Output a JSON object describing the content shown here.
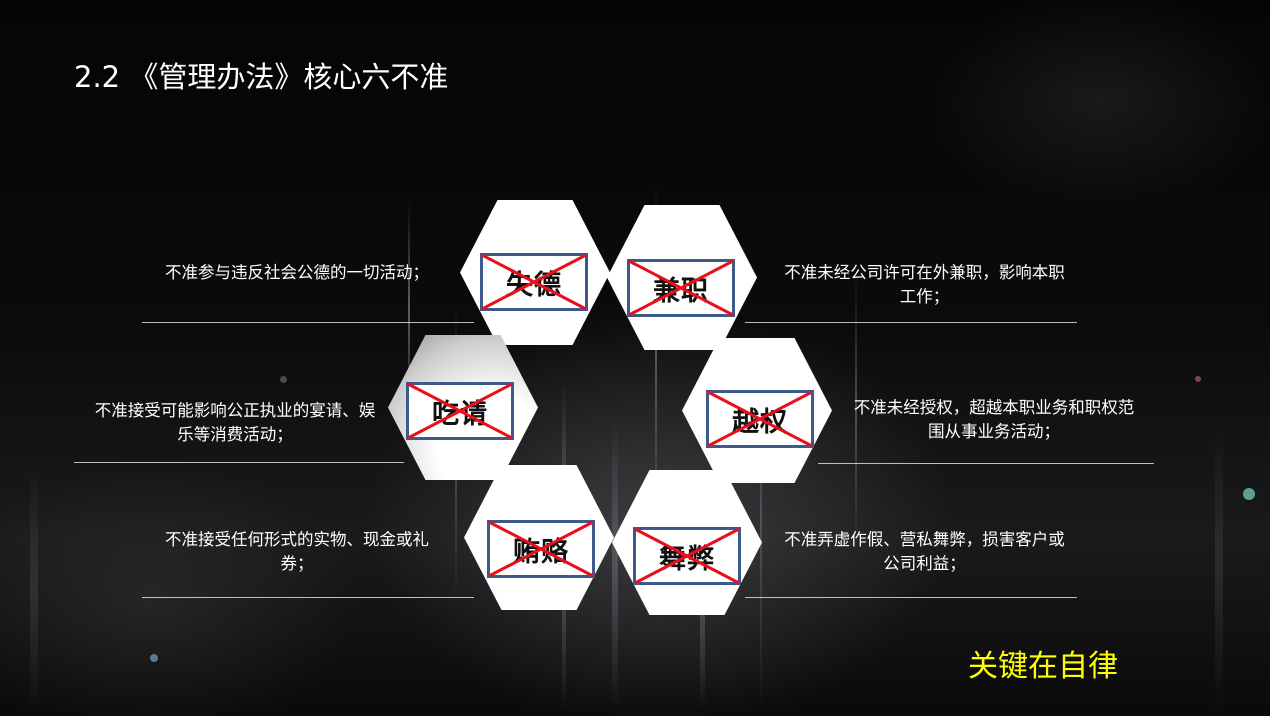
{
  "title": "2.2 《管理办法》核心六不准",
  "items": [
    {
      "label": "失德",
      "description": "不准参与违反社会公德的一切活动；"
    },
    {
      "label": "兼职",
      "description": "不准未经公司许可在外兼职，影响本职工作；"
    },
    {
      "label": "吃请",
      "description": "不准接受可能影响公正执业的宴请、娱乐等消费活动；"
    },
    {
      "label": "越权",
      "description": "不准未经授权，超越本职业务和职权范围从事业务活动；"
    },
    {
      "label": "贿赂",
      "description": "不准接受任何形式的实物、现金或礼券；"
    },
    {
      "label": "舞弊",
      "description": "不准弄虚作假、营私舞弊，损害客户或公司利益；"
    }
  ],
  "motto": "关键在自律",
  "colors": {
    "background": "#000000",
    "text": "#ffffff",
    "motto": "#ffff00",
    "tag_border": "#3d5a8a",
    "cross": "#e8101a"
  },
  "icons": {
    "cross": "red-x-cross-icon"
  }
}
